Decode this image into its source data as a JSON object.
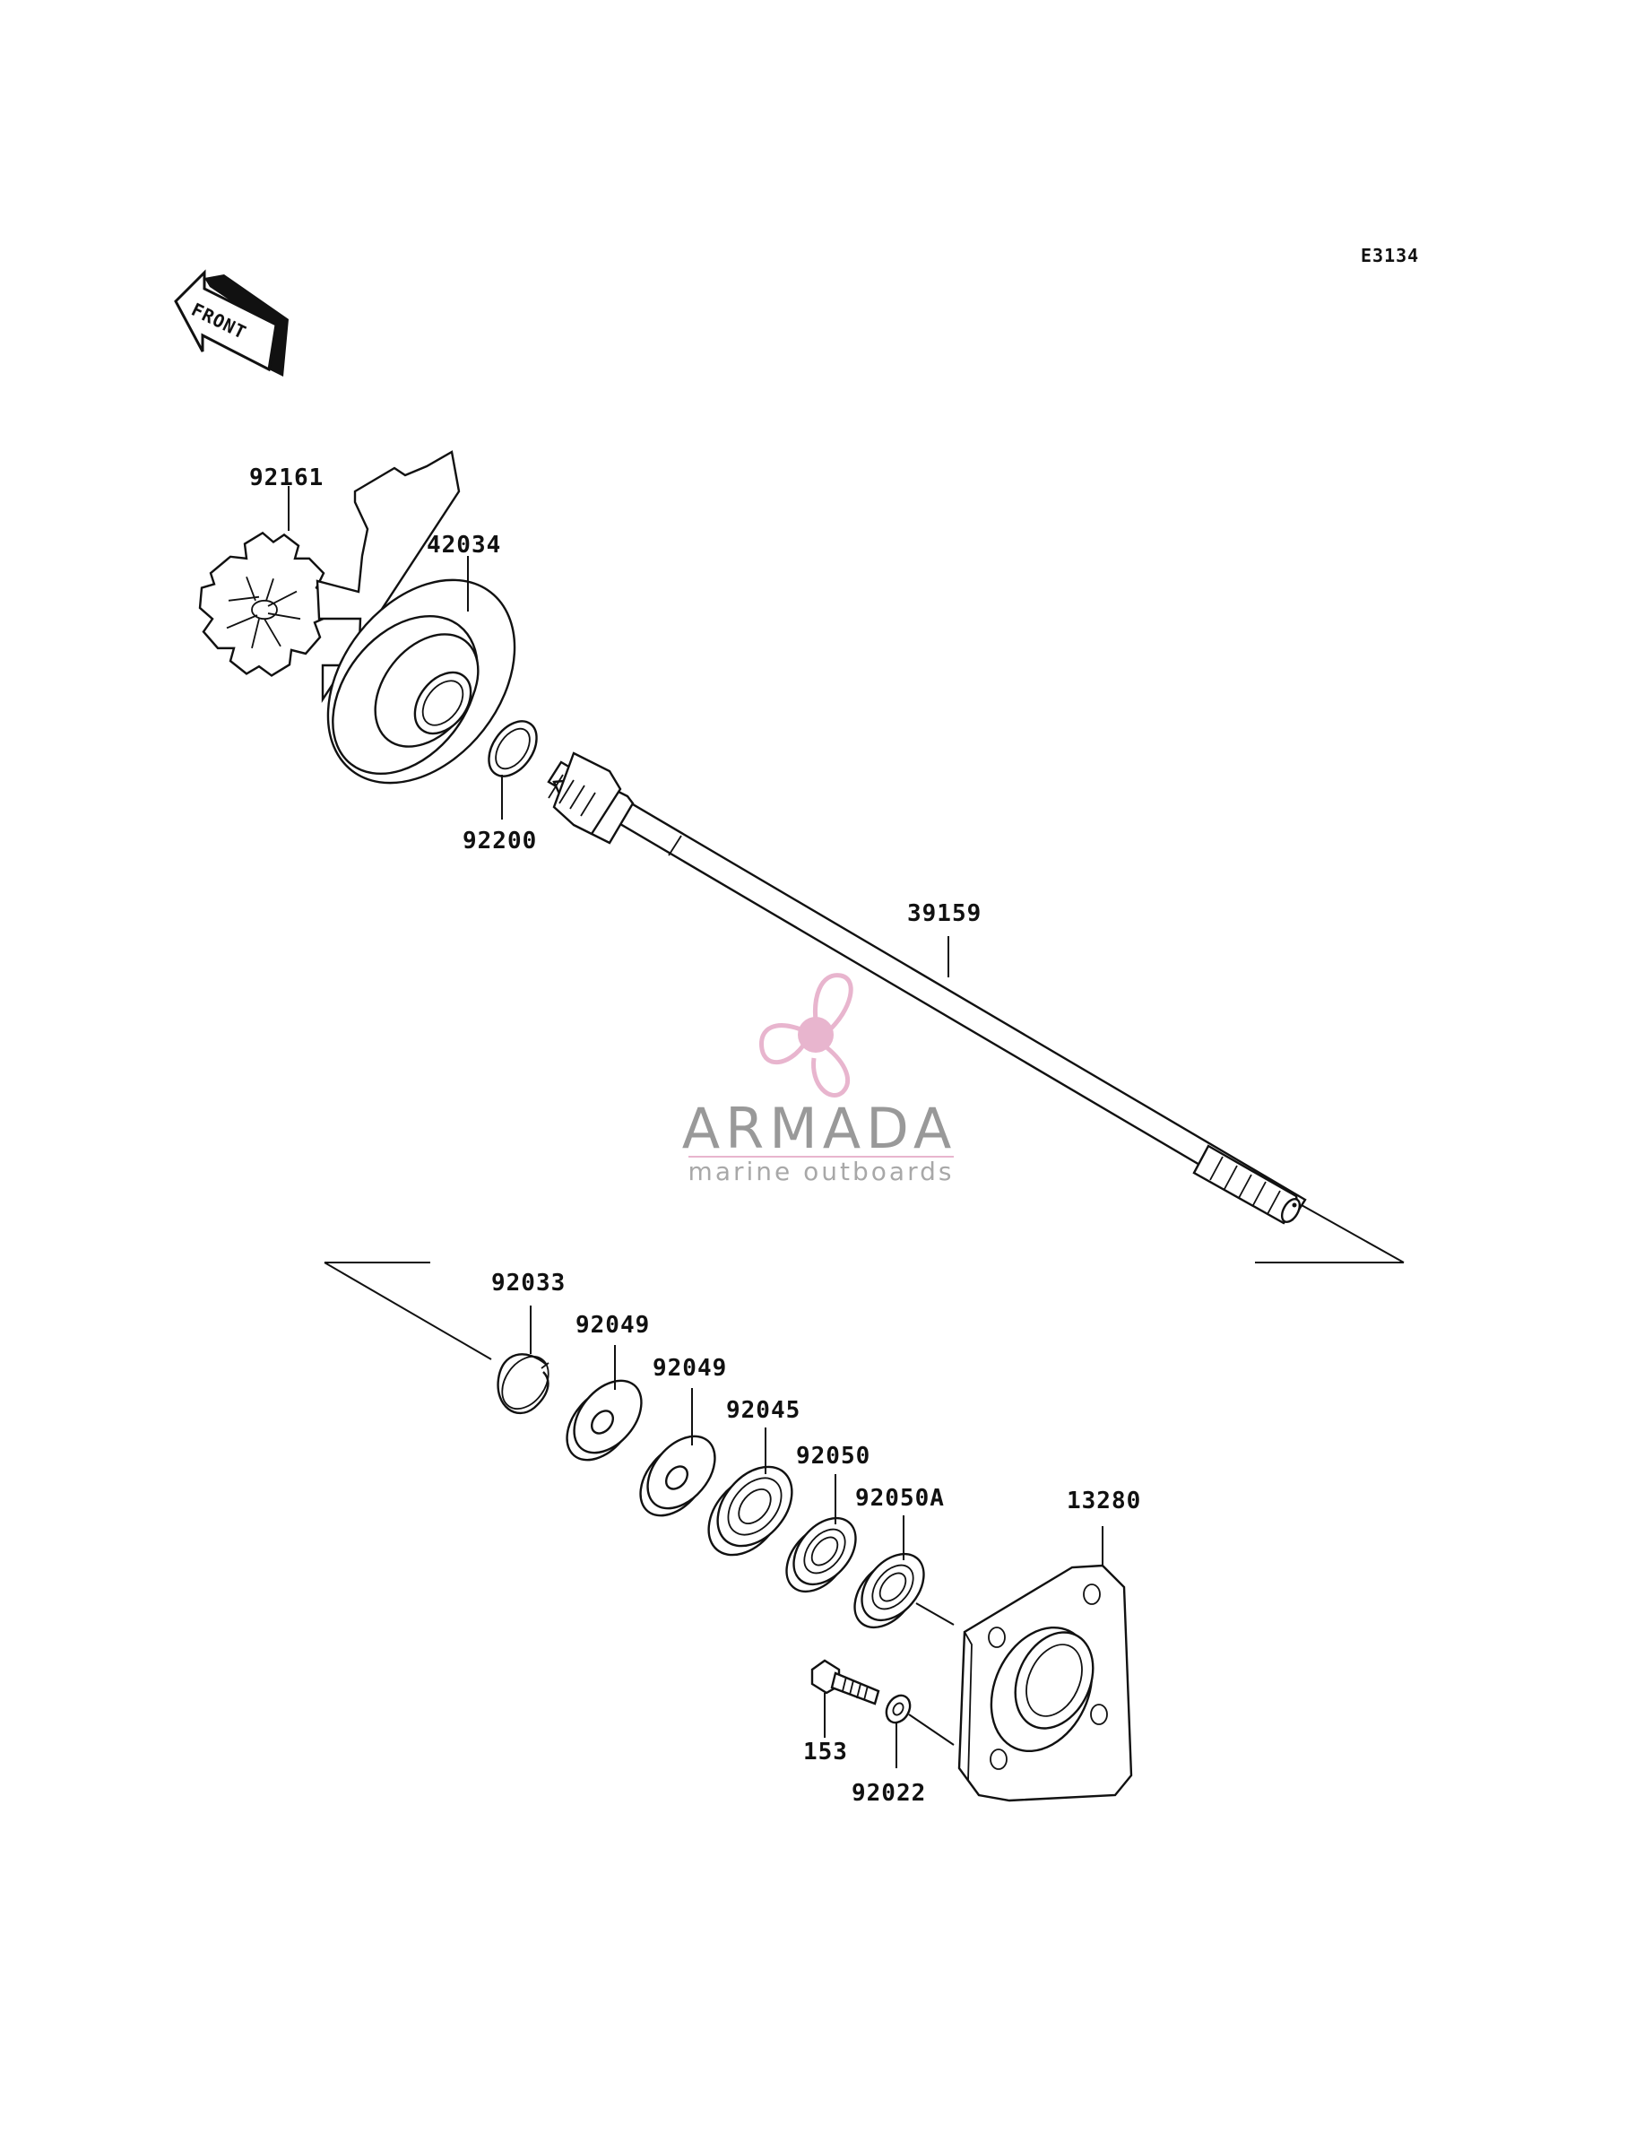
{
  "diagram": {
    "code": "E3134",
    "front_label": "FRONT",
    "parts": {
      "p92161": "92161",
      "p42034": "42034",
      "p92200": "92200",
      "p39159": "39159",
      "p92033": "92033",
      "p92049a": "92049",
      "p92049b": "92049",
      "p92045": "92045",
      "p92050": "92050",
      "p92050A": "92050A",
      "p13280": "13280",
      "p153": "153",
      "p92022": "92022"
    }
  },
  "watermark": {
    "brand": "ARMADA",
    "tagline": "marine outboards",
    "brand_color": "#888888",
    "logo_color": "#e5a9c6"
  }
}
